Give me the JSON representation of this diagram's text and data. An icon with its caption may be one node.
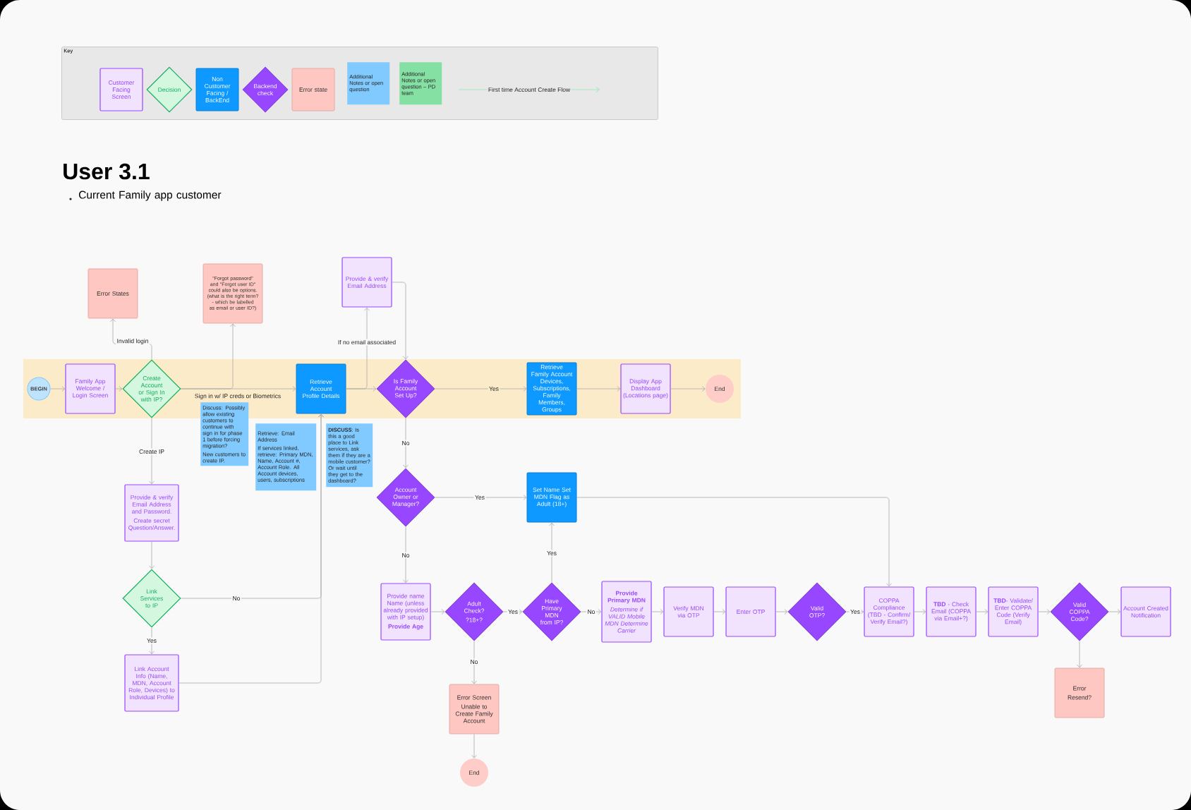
{
  "diagram": {
    "title": "User 3.1",
    "nodes": [
      {
        "text": [
          "Key"
        ]
      },
      {
        "text": [
          "Customer Facing Screen"
        ],
        "in": 0
      },
      {
        "text": [
          "Decision"
        ],
        "in": 0
      },
      {
        "text": [
          "Non Customer Facing / BackEnd"
        ],
        "in": 0
      },
      {
        "text": [
          "Backend check"
        ],
        "in": 0
      },
      {
        "text": [
          "Error state"
        ],
        "in": 0
      },
      {
        "text": [
          "Additional Notes or open question"
        ],
        "in": 0
      },
      {
        "text": [
          "Additional Notes or open question – PD team"
        ],
        "in": 0
      },
      {
        "text": [
          "BEGIN"
        ]
      },
      {
        "text": [
          "Family App Welcome / Login Screen"
        ]
      },
      {
        "text": [
          "Error States"
        ]
      },
      {
        "text": [
          "Create Account or Sign In with IP?"
        ]
      },
      {
        "text": [
          "\"Forgot password\" and \"Forgot user ID\" could also be options. (what is the right term? - which be labelled as email or user ID?)"
        ]
      },
      {
        "text": [
          "Provide & verify Email Address"
        ]
      },
      {
        "text": [
          "Retrieve Account Profile Details"
        ]
      },
      {
        "text": [
          "Discuss: Possibly allow existing customers to continue with sign in for phase 1 before forcing migration?",
          "New customers to create IP."
        ]
      },
      {
        "text": [
          "Retrieve: Email Address",
          "If services linked, retrieve: Primary MDN, Name, Account #, Account Role. All Account devices, users, subscriptions"
        ]
      },
      {
        "text": [
          "**DISCUSS**: Is this a good place to Link services, ask them if they are a mobile customer? Or wait until they get to the dashboard?"
        ]
      },
      {
        "text": [
          "Is Family Account Set Up?"
        ]
      },
      {
        "text": [
          "Retrieve Family Account Devices, Subscriptions, Family Members, Groups"
        ]
      },
      {
        "text": [
          "Display App Dashboard (Locations page)"
        ]
      },
      {
        "text": [
          "End"
        ]
      },
      {
        "text": [
          "Provide & verify Email Address and Password.",
          "Create secret Question/Answer."
        ]
      },
      {
        "text": [
          "Link Services to IP"
        ]
      },
      {
        "text": [
          "Account Owner or Manager?"
        ]
      },
      {
        "text": [
          "Set Name Set MDN Flag as Adult (18+)"
        ]
      },
      {
        "text": [
          "Link Account Info (Name, MDN, Account Role, Devices) to Individual Profile"
        ]
      },
      {
        "text": [
          "Provide name Name (unless already provided with IP setup)",
          "Provide Age"
        ]
      },
      {
        "text": [
          "Adult Check?",
          "?18+?"
        ]
      },
      {
        "text": [
          "Have Primary MDN from IP?"
        ]
      },
      {
        "text": [
          "Provide Primary MDN",
          "Determine if VALID Mobile MDN Determine Carrier"
        ]
      },
      {
        "text": [
          "Verify MDN via OTP"
        ]
      },
      {
        "text": [
          "Enter OTP"
        ]
      },
      {
        "text": [
          "Valid OTP?"
        ]
      },
      {
        "text": [
          "COPPA Compliance (TBD - Confirm/ Verify Email?)"
        ]
      },
      {
        "text": [
          "**TBD** - Check Email (COPPA via Email+?)"
        ]
      },
      {
        "text": [
          "**TBD**- Validate/ Enter COPPA Code (Verify Email)"
        ]
      },
      {
        "text": [
          "Valid COPPA Code?"
        ]
      },
      {
        "text": [
          "Account Created Notification"
        ]
      },
      {
        "text": [
          "Error Screen",
          "Unable to Create Family Account"
        ]
      },
      {
        "text": [
          "Error",
          "Resend?"
        ]
      },
      {
        "text": [
          "End"
        ]
      }
    ],
    "edges": [
      {
        "from": 8,
        "to": 9,
        "arrow": "to"
      },
      {
        "from": 9,
        "to": 11,
        "arrow": "to"
      },
      {
        "from": 11,
        "to": 10,
        "arrow": "to",
        "label": "Invalid login"
      },
      {
        "from": 11,
        "to": 14,
        "arrow": "to",
        "label": "Sign in w/ IP creds or Biometrics"
      },
      {
        "from": 11,
        "to": 12,
        "arrow": "to"
      },
      {
        "from": 11,
        "to": 22,
        "arrow": "to",
        "label": "Create IP"
      },
      {
        "from": 22,
        "to": 23,
        "arrow": "to"
      },
      {
        "from": 23,
        "to": 26,
        "arrow": "to",
        "label": "Yes"
      },
      {
        "from": 23,
        "to": 14,
        "arrow": "to",
        "label": "No"
      },
      {
        "from": 26,
        "to": 14,
        "arrow": "to"
      },
      {
        "from": 14,
        "to": 18,
        "arrow": "to"
      },
      {
        "from": 14,
        "to": 13,
        "arrow": "to",
        "label": "If no email associated"
      },
      {
        "from": 13,
        "to": 18,
        "arrow": "to"
      },
      {
        "from": 18,
        "to": 19,
        "arrow": "to",
        "label": "Yes"
      },
      {
        "from": 19,
        "to": 20,
        "arrow": "to"
      },
      {
        "from": 20,
        "to": 21,
        "arrow": "to"
      },
      {
        "from": 18,
        "to": 24,
        "arrow": "to",
        "label": "No"
      },
      {
        "from": 24,
        "to": 25,
        "arrow": "to",
        "label": "Yes"
      },
      {
        "from": 24,
        "to": 27,
        "arrow": "to",
        "label": "No"
      },
      {
        "from": 25,
        "to": 34,
        "arrow": "to"
      },
      {
        "from": 27,
        "to": 28,
        "arrow": "to"
      },
      {
        "from": 28,
        "to": 29,
        "arrow": "to",
        "label": "Yes"
      },
      {
        "from": 28,
        "to": 39,
        "arrow": "to",
        "label": "No"
      },
      {
        "from": 39,
        "to": 41,
        "arrow": "to"
      },
      {
        "from": 29,
        "to": 25,
        "arrow": "to",
        "label": "Yes"
      },
      {
        "from": 29,
        "to": 30,
        "arrow": "to",
        "label": "No"
      },
      {
        "from": 30,
        "to": 31,
        "arrow": "to"
      },
      {
        "from": 31,
        "to": 32,
        "arrow": "to"
      },
      {
        "from": 32,
        "to": 33,
        "arrow": "to"
      },
      {
        "from": 33,
        "to": 34,
        "arrow": "to",
        "label": "Yes"
      },
      {
        "from": 34,
        "to": 35,
        "arrow": "to"
      },
      {
        "from": 35,
        "to": 36,
        "arrow": "to"
      },
      {
        "from": 36,
        "to": 37,
        "arrow": "to"
      },
      {
        "from": 37,
        "to": 38,
        "arrow": "to"
      },
      {
        "from": 37,
        "to": 40,
        "arrow": "to"
      }
    ],
    "labels": [
      "Current Family app customer"
    ],
    "legend": [
      {
        "text": "First time Account Create Flow"
      }
    ]
  }
}
